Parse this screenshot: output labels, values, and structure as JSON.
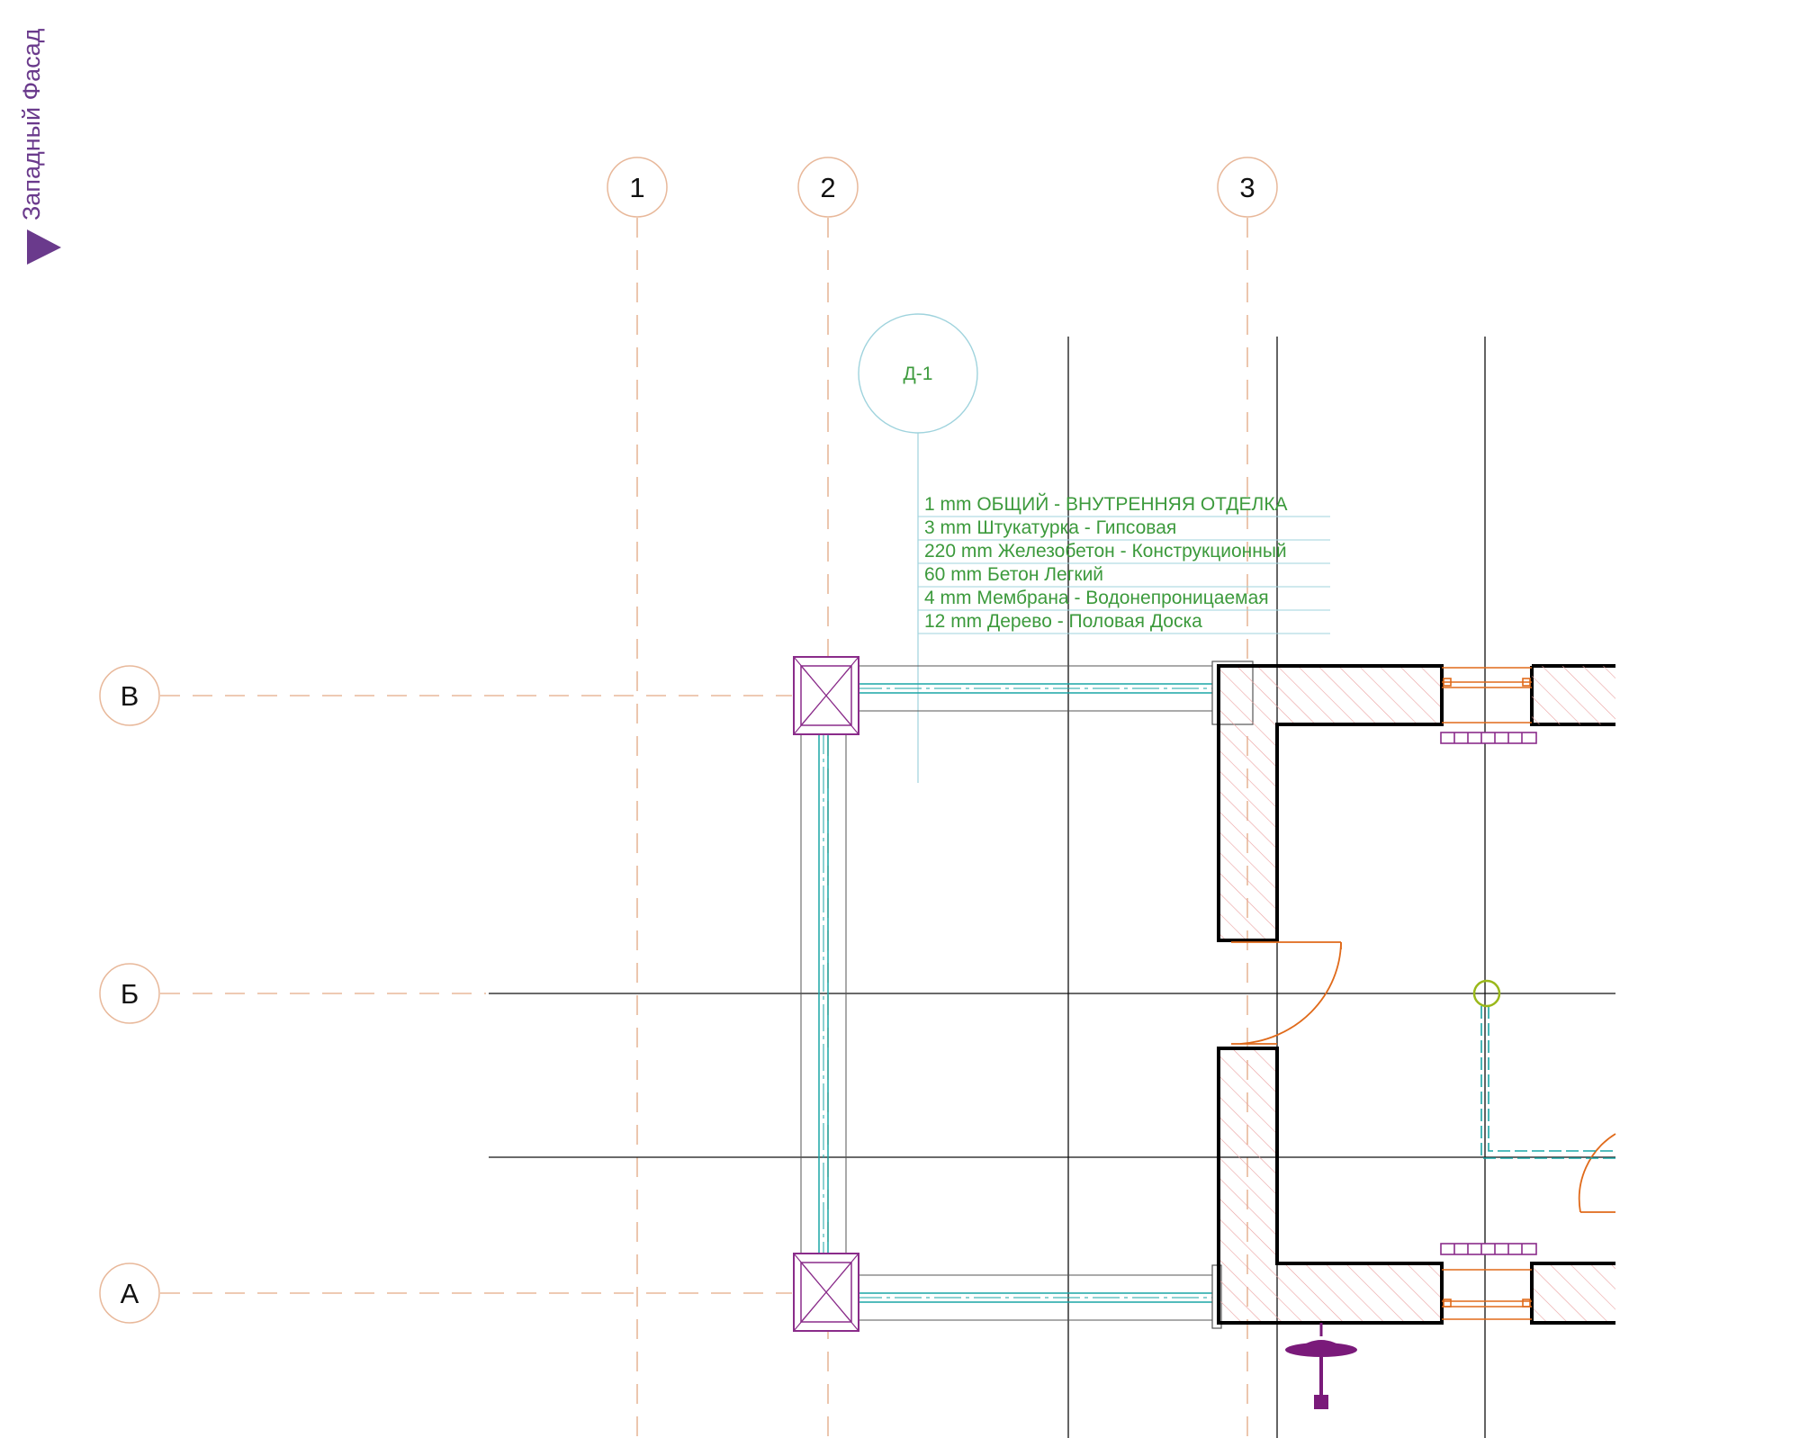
{
  "elevation_marker": {
    "label": "Западный Фасад",
    "color": "#6a3a8c"
  },
  "grid_axes": {
    "vertical": [
      "1",
      "2",
      "3"
    ],
    "horizontal": [
      "В",
      "Б",
      "А"
    ],
    "line_color": "#e8b89a"
  },
  "detail_callout": {
    "label": "Д-1",
    "color": "#8fc9d6"
  },
  "layer_tag": {
    "color": "#3c9a3c",
    "layers": [
      "1 mm  ОБЩИЙ - ВНУТРЕННЯЯ ОТДЕЛКА",
      "3 mm  Штукатурка - Гипсовая",
      "220 mm  Железобетон - Конструкционный",
      "60 mm  Бетон Легкий",
      "4 mm  Мембрана - Водонепроницаемая",
      "12 mm  Дерево - Половая Доска"
    ]
  },
  "colors": {
    "wall_outline": "#000000",
    "wall_hatch": "#e89a9a",
    "column": "#8a2c8a",
    "glazing": "#1aa5a5",
    "door": "#e06a1a",
    "fixture": "#7a1a7a",
    "marker": "#9ab81a"
  }
}
